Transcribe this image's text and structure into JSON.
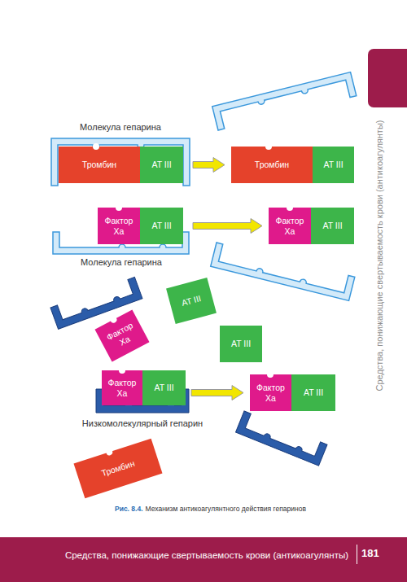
{
  "diagram": {
    "caption": "Механизм антикоагулянтного действия гепаринов",
    "nodes": [
      {
        "text": [
          "Молекула гепарина"
        ]
      },
      {
        "text": [
          "Тромбин"
        ],
        "in": 0
      },
      {
        "text": [
          "AT III"
        ],
        "in": 0
      },
      {
        "text": [
          "Тромбин"
        ]
      },
      {
        "text": [
          "AT III"
        ]
      },
      {
        "text": [
          "Молекула гепарина"
        ]
      },
      {
        "text": [
          "Фактор Ха"
        ],
        "in": 5
      },
      {
        "text": [
          "AT III"
        ],
        "in": 5
      },
      {
        "text": [
          "Фактор Ха"
        ]
      },
      {
        "text": [
          "AT III"
        ]
      },
      {
        "text": [
          "AT III"
        ]
      },
      {
        "text": [
          "Фактор Ха"
        ]
      },
      {
        "text": [
          "AT III"
        ]
      },
      {
        "text": [
          "Низкомолекулярный гепарин"
        ]
      },
      {
        "text": [
          "Фактор Ха"
        ],
        "in": 13
      },
      {
        "text": [
          "AT III"
        ],
        "in": 13
      },
      {
        "text": [
          "Фактор Ха"
        ]
      },
      {
        "text": [
          "AT III"
        ]
      },
      {
        "text": [
          "Тромбин"
        ]
      }
    ],
    "edges": [
      {
        "from": 0,
        "to": 3,
        "arrow": "to"
      },
      {
        "from": 5,
        "to": 8,
        "arrow": "to"
      },
      {
        "from": 13,
        "to": 16,
        "arrow": "to"
      }
    ],
    "labels": [
      "Средства, понижающие свертываемость крови (антикоагулянты)",
      "Рис. 8.4.",
      "Средства, понижающие свертываемость крови (антикоагулянты)",
      "181"
    ]
  }
}
